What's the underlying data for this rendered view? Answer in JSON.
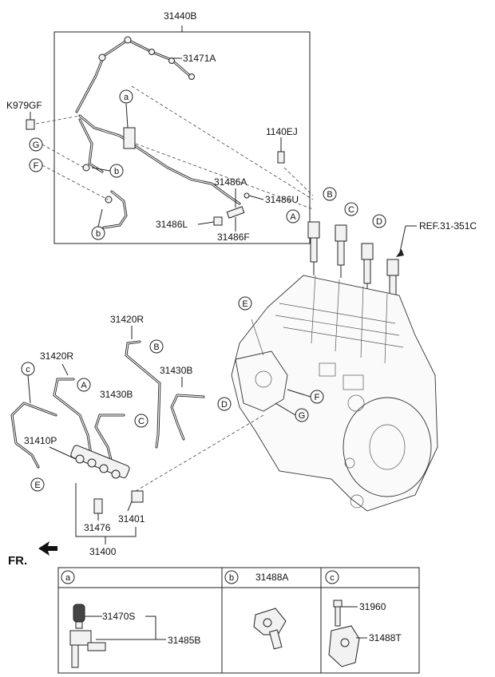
{
  "labels": {
    "p31440B": "31440B",
    "p31471A": "31471A",
    "pK979GF": "K979GF",
    "p1140EJ": "1140EJ",
    "p31486A": "31486A",
    "p31486U": "31486U",
    "p31486L": "31486L",
    "p31486F": "31486F",
    "ref": "REF.31-351C",
    "p31420R_top": "31420R",
    "p31420R_left": "31420R",
    "p31430B_left": "31430B",
    "p31430B_right": "31430B",
    "p31410P": "31410P",
    "p31476": "31476",
    "p31401": "31401",
    "p31400": "31400",
    "fr": "FR.",
    "p31470S": "31470S",
    "p31485B": "31485B",
    "p31488A": "31488A",
    "p31960": "31960",
    "p31488T": "31488T"
  },
  "callouts": {
    "a": "a",
    "b": "b",
    "c": "c",
    "A": "A",
    "B": "B",
    "C": "C",
    "D": "D",
    "E": "E",
    "F": "F",
    "G": "G"
  },
  "legend": {
    "col_a": "a",
    "col_b": "b",
    "col_c": "c"
  }
}
